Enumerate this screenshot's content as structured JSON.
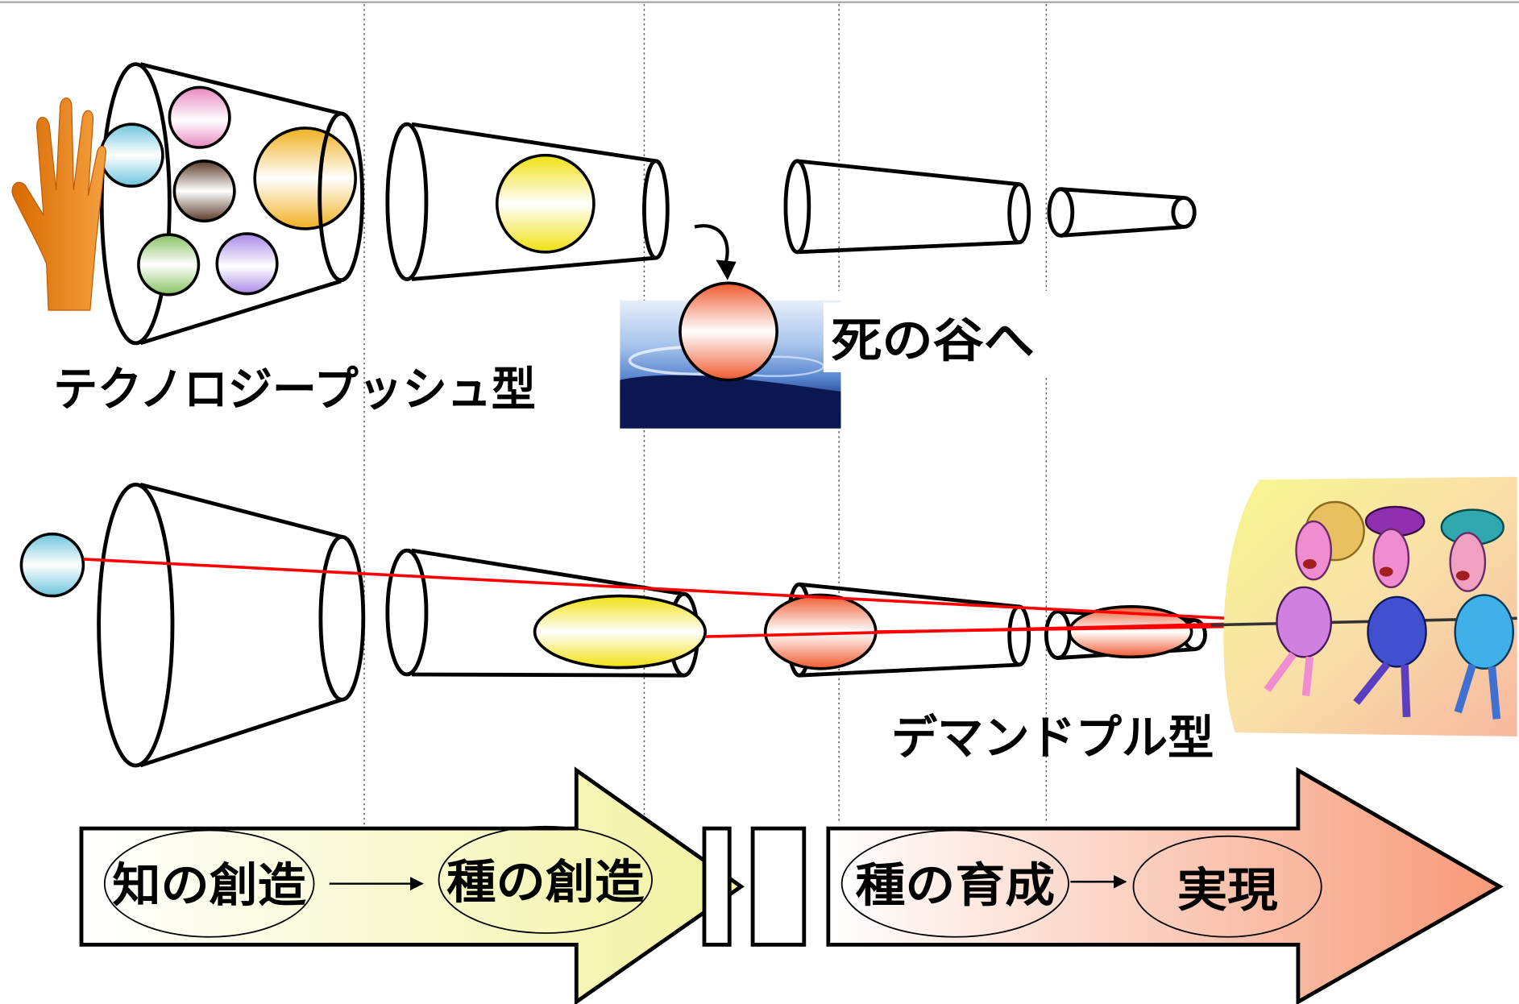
{
  "technology_push": {
    "label": "テクノロジープッシュ型"
  },
  "valley_of_death": {
    "label": "死の谷へ"
  },
  "demand_pull": {
    "label": "デマンドプル型"
  },
  "process_flow": {
    "stages": [
      {
        "label": "知の創造"
      },
      {
        "label": "種の創造"
      },
      {
        "label": "種の育成"
      },
      {
        "label": "実現"
      }
    ]
  },
  "icons": {
    "hand": "hand-icon",
    "curved_arrow": "curved-arrow-icon",
    "water": "water-splash-image",
    "people": "tug-of-war-people-image"
  },
  "colors": {
    "ball_cyan": "#6cc4dc",
    "ball_pink": "#e888c0",
    "ball_brown": "#5a3a2a",
    "ball_gold": "#f0b020",
    "ball_green": "#88c060",
    "ball_purple": "#a888e8",
    "ball_yellow": "#f0e010",
    "ball_red": "#f05a30",
    "pull_line": "#ff0000",
    "hand_dark": "#d86a00",
    "hand_light": "#f4a040",
    "arrow_left_fill": "#f2f2a0",
    "arrow_right_fill": "#f79a78"
  }
}
